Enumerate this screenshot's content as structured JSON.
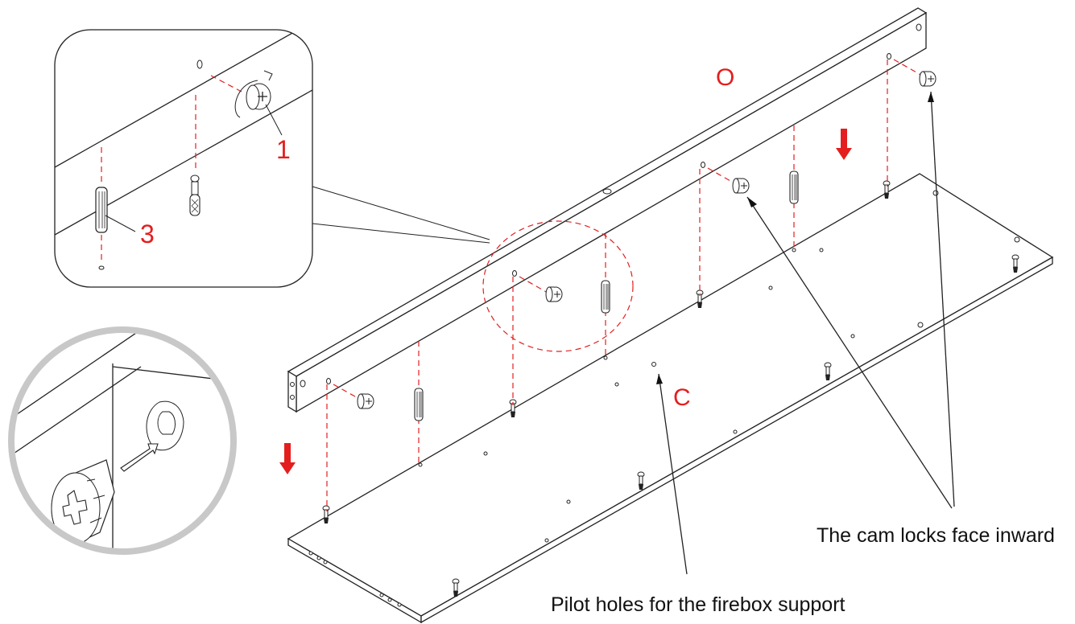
{
  "labels": {
    "part_o": "O",
    "part_c": "C",
    "callout_1": "1",
    "callout_3": "3",
    "cam_locks_note": "The cam locks face inward",
    "pilot_holes_note": "Pilot holes for the firebox support"
  },
  "colors": {
    "accent_red": "#e41e1e",
    "line": "#222222",
    "callout_ring": "#c8c8c8"
  },
  "icons": {
    "down_arrow": "down-arrow-icon",
    "cam_lock": "cam-lock-icon",
    "cam_bolt": "cam-bolt-icon",
    "wood_dowel": "wood-dowel-icon"
  }
}
